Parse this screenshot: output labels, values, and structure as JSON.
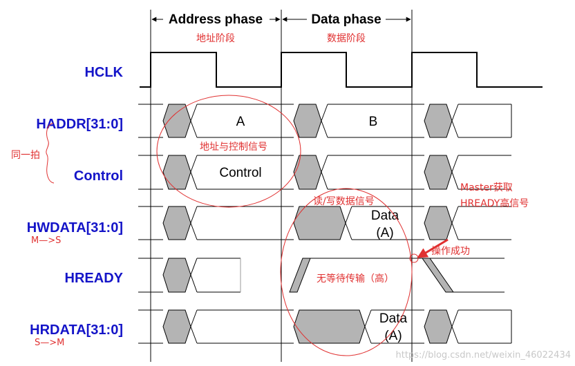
{
  "phases": {
    "address": "Address phase",
    "data": "Data phase"
  },
  "phase_notes": {
    "address": "地址阶段",
    "data": "数据阶段"
  },
  "signals": {
    "hclk": "HCLK",
    "haddr": "HADDR[31:0]",
    "control": "Control",
    "hwdata": "HWDATA[31:0]",
    "hready": "HREADY",
    "hrdata": "HRDATA[31:0]"
  },
  "bus_values": {
    "haddr_a": "A",
    "haddr_b": "B",
    "control": "Control",
    "hwdata_1": "Data",
    "hwdata_2": "(A)",
    "hrdata_1": "Data",
    "hrdata_2": "(A)"
  },
  "annotations": {
    "same_beat": "同一拍",
    "addr_ctrl": "地址与控制信号",
    "rw_data": "读/写数据信号",
    "m_to_s": "M—>S",
    "s_to_m": "S—>M",
    "no_wait": "无等待传输（高）",
    "master_1": "Master获取",
    "master_2": "HREADY高信号",
    "success": "操作成功"
  },
  "watermark": "https://blog.csdn.net/weixin_46022434",
  "colors": {
    "label": "#1414c8",
    "annotation": "#e03030",
    "transition": "#b4b4b4"
  }
}
